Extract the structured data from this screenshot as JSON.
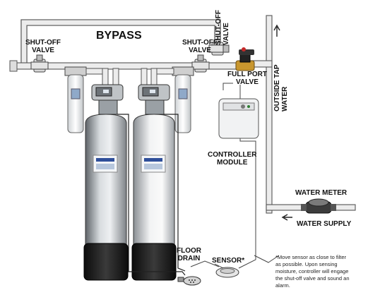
{
  "labels": {
    "bypass": "BYPASS",
    "shutoff_left": [
      "SHUT-OFF",
      "VALVE"
    ],
    "shutoff_middle": [
      "SHUT-OFF",
      "VALVE"
    ],
    "shutoff_top": [
      "SHUT-OFF",
      "VALVE"
    ],
    "full_port_valve": [
      "FULL PORT",
      "VALVE"
    ],
    "outside_tap_water": [
      "OUTSIDE TAP",
      "WATER"
    ],
    "controller_module": [
      "CONTROLLER",
      "MODULE"
    ],
    "water_meter": "WATER METER",
    "water_supply": "WATER SUPPLY",
    "floor_drain": [
      "FLOOR",
      "DRAIN"
    ],
    "sensor": "SENSOR*"
  },
  "footnote": [
    "*Move sensor as close to filter",
    "as possible. Upon sensing",
    "moisture, controller will engage",
    "the shut-off valve and sound an",
    "alarm."
  ],
  "colors": {
    "pipe": "#e8e8e8",
    "pipe_outline": "#555555",
    "tank_left": "#9aa0a6",
    "tank_right": "#c9cdd1",
    "tank_base": "#1c1c1c",
    "valve_brass": "#c8962e",
    "valve_handle": "#c62828"
  }
}
